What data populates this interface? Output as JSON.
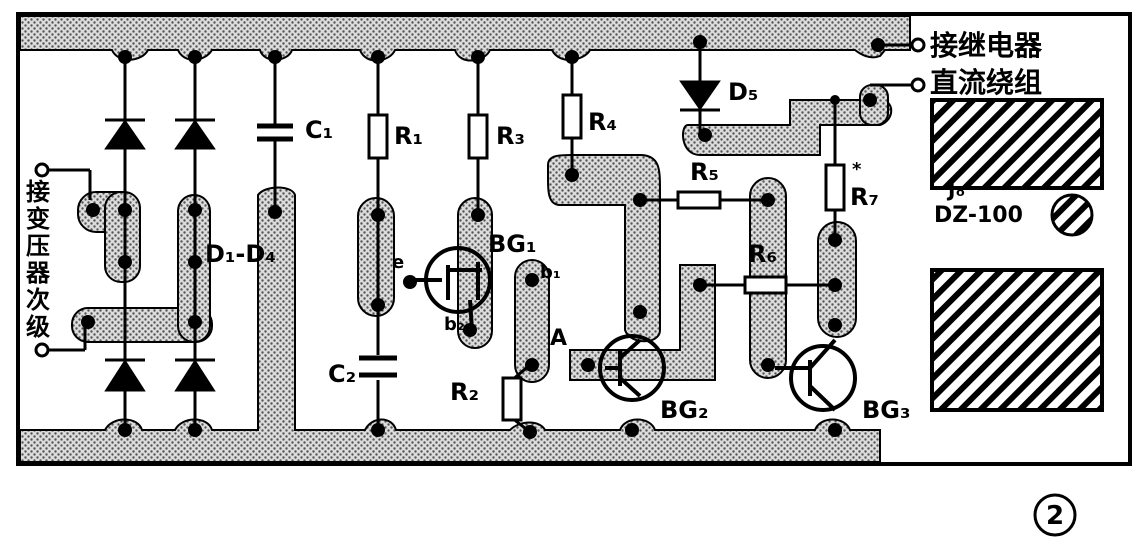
{
  "figure_number": "②",
  "terminals": {
    "relay_coil": "接继电器直流绕组",
    "transformer_secondary": "接变压器次级"
  },
  "components": {
    "diode_group": "D₁-D₄",
    "d5": "D₅",
    "c1": "C₁",
    "c2": "C₂",
    "r1": "R₁",
    "r2": "R₂",
    "r3": "R₃",
    "r4": "R₄",
    "r5": "R₅",
    "r6": "R₆",
    "r7": "R₇",
    "r7_mark": "*",
    "bg1": "BG₁",
    "bg2": "BG₂",
    "bg3": "BG₃",
    "pin_e": "e",
    "pin_b1": "b₁",
    "pin_b2": "b₂",
    "point_a": "A",
    "jo": "Jₒ",
    "model": "DZ-100"
  },
  "colors": {
    "board": "#c9c9c9",
    "ink": "#000000",
    "paper": "#ffffff"
  }
}
